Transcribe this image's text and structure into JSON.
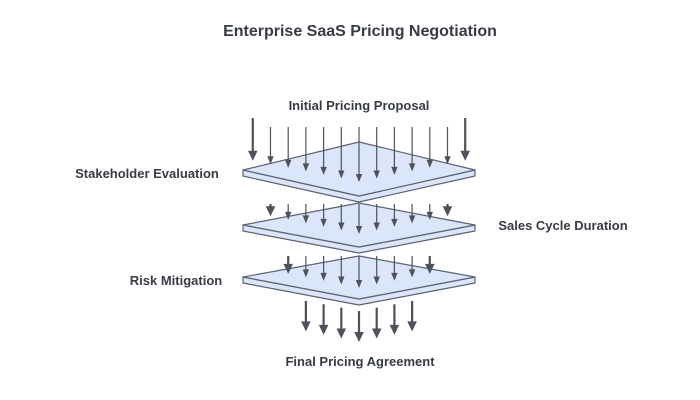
{
  "title": "Enterprise SaaS Pricing Negotiation",
  "diagram": {
    "type": "layered-flow-stack",
    "source_label": "Initial Pricing Proposal",
    "sink_label": "Final Pricing Agreement",
    "layers": [
      {
        "label": "Stakeholder Evaluation",
        "side": "left"
      },
      {
        "label": "Sales Cycle Duration",
        "side": "right"
      },
      {
        "label": "Risk Mitigation",
        "side": "left"
      }
    ],
    "arrow_counts": [
      13,
      11,
      9,
      7
    ],
    "colors": {
      "background": "#ffffff",
      "plane_fill": "#dce6fa",
      "plane_stroke": "#5b6372",
      "arrow": "#4d525b",
      "text": "#363b44"
    }
  }
}
